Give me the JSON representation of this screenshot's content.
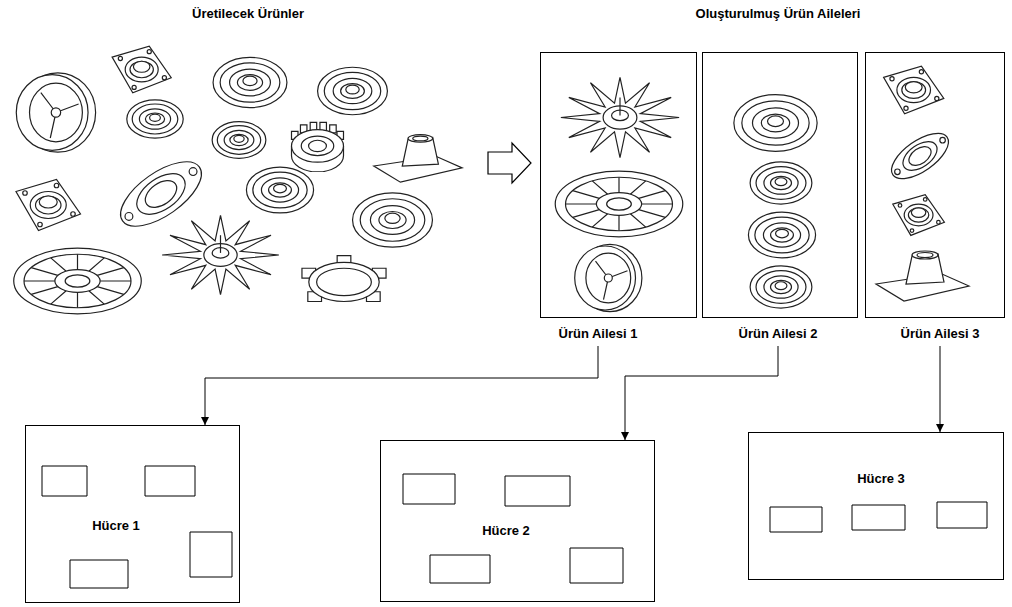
{
  "diagram": {
    "nodes": [
      {
        "text": [
          "Ürün Ailesi 1"
        ]
      },
      {
        "text": [
          "Ürün Ailesi 2"
        ]
      },
      {
        "text": [
          "Ürün Ailesi 3"
        ]
      },
      {
        "text": [
          "Hücre 1"
        ]
      },
      {
        "text": [
          "Hücre 2"
        ]
      },
      {
        "text": [
          "Hücre 3"
        ]
      }
    ],
    "edges": [
      {
        "from": 0,
        "to": 3,
        "arrow": "to"
      },
      {
        "from": 1,
        "to": 4,
        "arrow": "to"
      },
      {
        "from": 2,
        "to": 5,
        "arrow": "to"
      }
    ],
    "labels": [
      "Üretilecek Ürünler",
      "Oluşturulmuş Ürün Aileleri"
    ]
  }
}
